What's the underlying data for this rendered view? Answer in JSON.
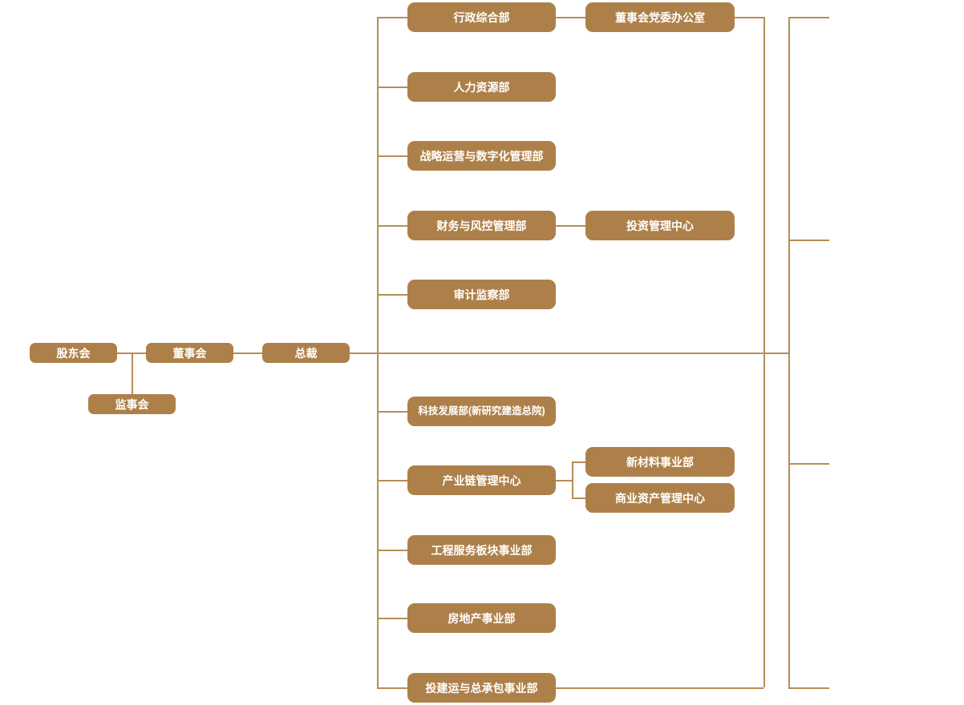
{
  "diagram": {
    "type": "org-chart",
    "colors": {
      "node_fill": "#ae8049",
      "line": "#b78d58",
      "node_text": "#ffffff",
      "background": "#ffffff"
    },
    "governance": {
      "shareholders_meeting": "股东会",
      "board_of_directors": "董事会",
      "president": "总裁",
      "supervisory_board": "监事会"
    },
    "departments": [
      {
        "label": "行政综合部",
        "children": [
          {
            "label": "董事会党委办公室"
          }
        ]
      },
      {
        "label": "人力资源部",
        "children": []
      },
      {
        "label": "战略运营与数字化管理部",
        "children": []
      },
      {
        "label": "财务与风控管理部",
        "children": [
          {
            "label": "投资管理中心"
          }
        ]
      },
      {
        "label": "审计监察部",
        "children": []
      },
      {
        "label": "科技发展部(新研究建造总院)",
        "children": []
      },
      {
        "label": "产业链管理中心",
        "children": [
          {
            "label": "新材料事业部"
          },
          {
            "label": "商业资产管理中心"
          }
        ]
      },
      {
        "label": "工程服务板块事业部",
        "children": []
      },
      {
        "label": "房地产事业部",
        "children": []
      },
      {
        "label": "投建运与总承包事业部",
        "children": []
      }
    ]
  }
}
